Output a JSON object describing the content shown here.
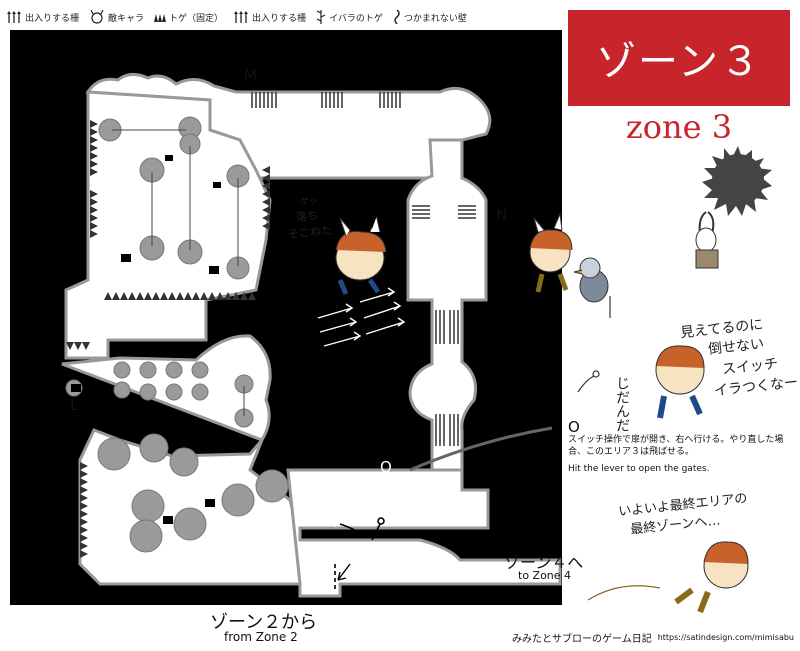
{
  "legend": {
    "items": [
      {
        "icon": "gate-arrows-icon",
        "label": "出入りする柵"
      },
      {
        "icon": "enemy-icon",
        "label": "敵キャラ"
      },
      {
        "icon": "spike-fixed-icon",
        "label": "トゲ（固定）"
      },
      {
        "icon": "gate-arrows-icon",
        "label": "出入りする柵"
      },
      {
        "icon": "thorn-vine-icon",
        "label": "イバラのトゲ"
      },
      {
        "icon": "wavy-wall-icon",
        "label": "つかまれない壁"
      }
    ]
  },
  "header": {
    "title": "ゾーン３",
    "subtitle": "zone 3"
  },
  "map": {
    "markers": {
      "m": "M",
      "n": "N",
      "l": "L",
      "o1": "O",
      "o2": "O"
    },
    "switch_jp": "スイッチ",
    "switch_en": "lever",
    "exit_jp": "ゾーン４へ",
    "exit_en": "to Zone 4",
    "entry_jp": "ゾーン２から",
    "entry_en": "from Zone 2"
  },
  "comic": {
    "fall_note_1": "ゲッ",
    "fall_note_2": "落ち",
    "fall_note_3": "そこねた",
    "switch_complaint_1": "見えてるのに",
    "switch_complaint_2": "倒せない",
    "switch_complaint_3": "スイッチ",
    "switch_complaint_4": "イラつくなー",
    "frustrated": "じだんだ",
    "final_1": "いよいよ最終エリアの",
    "final_2": "最終ゾーンへ…"
  },
  "notes": {
    "jp": "スイッチ操作で扉が開き、右へ行ける。やり直した場合、このエリア３は飛ばせる。",
    "en": "Hit the lever to open the gates."
  },
  "footer": {
    "blog": "みみたとサブローのゲーム日記",
    "url": "https://satindesign.com/mimisabu"
  },
  "colors": {
    "accent": "#c8242b",
    "wall": "#000000",
    "floor": "#ffffff",
    "enemy": "#9a9a9a"
  }
}
